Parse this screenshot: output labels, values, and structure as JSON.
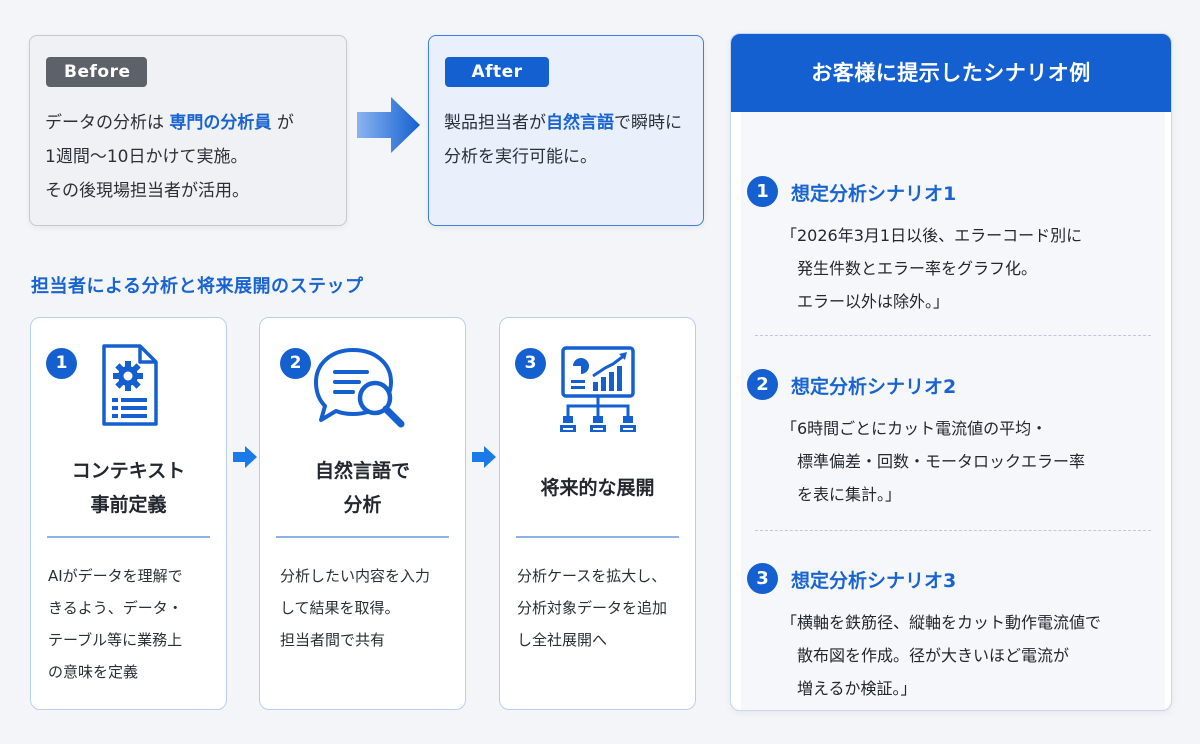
{
  "before": {
    "tag": "Before",
    "line1_a": "データの分析は",
    "line1_hl": "専門の分析員",
    "line1_b": "が",
    "line2": "1週間〜10日かけて実施。",
    "line3": "その後現場担当者が活用。"
  },
  "after": {
    "tag": "After",
    "line1_a": "製品担当者が",
    "line1_hl": "自然言語",
    "line1_b": "で瞬時に",
    "line2": "分析を実行可能に。"
  },
  "section_title": "担当者による分析と将来展開のステップ",
  "steps": [
    {
      "num": "1",
      "title": "コンテキスト\n事前定義",
      "desc": "AIがデータを理解で\nきるよう、データ・\nテーブル等に業務上\nの意味を定義",
      "icon": "document-gear-icon"
    },
    {
      "num": "2",
      "title": "自然言語で\n分析",
      "desc": "分析したい内容を入力\nして結果を取得。\n担当者間で共有",
      "icon": "chat-search-icon"
    },
    {
      "num": "3",
      "title": "将来的な展開",
      "desc": "分析ケースを拡大し、\n分析対象データを追加\nし全社展開へ",
      "icon": "dashboard-network-icon"
    }
  ],
  "scenario": {
    "title": "お客様に提示したシナリオ例",
    "items": [
      {
        "num": "1",
        "title": "想定分析シナリオ1",
        "quote": "「2026年3月1日以後、エラーコード別に\n　発生件数とエラー率をグラフ化。\n　エラー以外は除外。」"
      },
      {
        "num": "2",
        "title": "想定分析シナリオ2",
        "quote": "「6時間ごとにカット電流値の平均・\n　標準偏差・回数・モータロックエラー率\n　を表に集計。」"
      },
      {
        "num": "3",
        "title": "想定分析シナリオ3",
        "quote": "「横軸を鉄筋径、縦軸をカット動作電流値で\n　散布図を作成。径が大きいほど電流が\n　増えるか検証。」"
      }
    ]
  },
  "colors": {
    "accent": "#1560d0",
    "accent_text": "#1a64d2",
    "before_bg": "#f0f1f4",
    "after_bg": "#e9f0fb"
  }
}
